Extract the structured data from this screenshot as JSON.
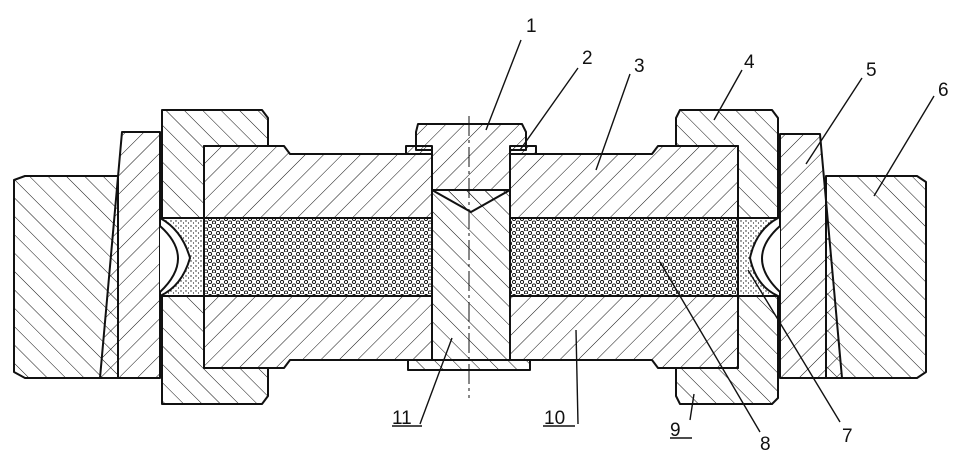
{
  "diagram": {
    "labels": [
      {
        "id": "1",
        "text": "1"
      },
      {
        "id": "2",
        "text": "2"
      },
      {
        "id": "3",
        "text": "3"
      },
      {
        "id": "4",
        "text": "4"
      },
      {
        "id": "5",
        "text": "5"
      },
      {
        "id": "6",
        "text": "6"
      },
      {
        "id": "7",
        "text": "7"
      },
      {
        "id": "8",
        "text": "8"
      },
      {
        "id": "9",
        "text": "9"
      },
      {
        "id": "10",
        "text": "10"
      },
      {
        "id": "11",
        "text": "11"
      }
    ],
    "colors": {
      "line": "#111111",
      "background": "#ffffff"
    }
  }
}
